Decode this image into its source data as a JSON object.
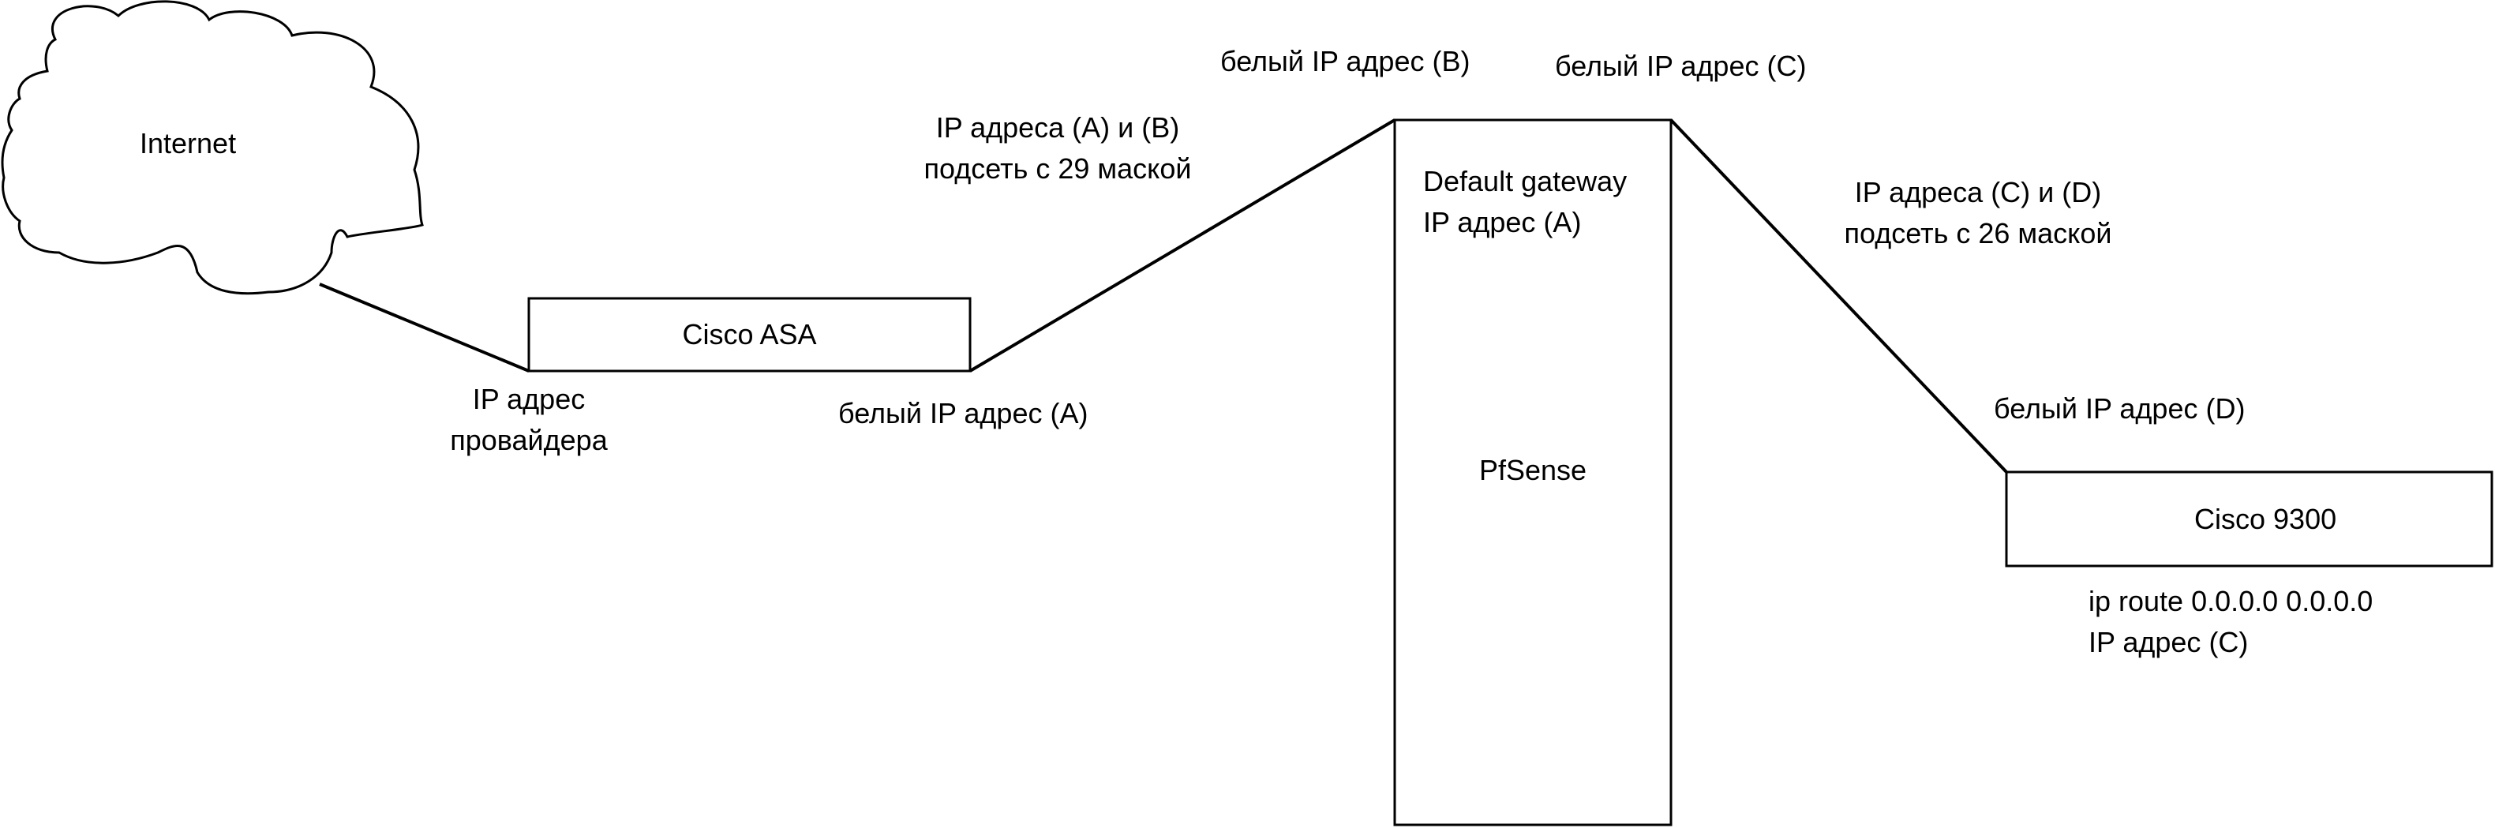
{
  "nodes": {
    "internet": {
      "label": "Internet"
    },
    "cisco_asa": {
      "label": "Cisco ASA"
    },
    "pfsense": {
      "label": "PfSense",
      "note_line1": "Default gateway",
      "note_line2": "IP адрес (A)"
    },
    "cisco_9300": {
      "label": "Cisco 9300",
      "note_line1": "ip route 0.0.0.0 0.0.0.0",
      "note_line2": "IP адрес (C)"
    }
  },
  "links": {
    "provider": {
      "line1": "IP адрес",
      "line2": "провайдера"
    },
    "asa_pf_subnet": {
      "line1": "IP адреса (A) и (B)",
      "line2": "подсеть с 29 маской"
    },
    "pf_9300_subnet": {
      "line1": "IP адреса (C) и (D)",
      "line2": "подсеть с 26 маской"
    }
  },
  "addresses": {
    "white_a": "белый IP адрес (A)",
    "white_b": "белый IP адрес (B)",
    "white_c": "белый IP адрес (C)",
    "white_d": "белый IP адрес (D)"
  }
}
